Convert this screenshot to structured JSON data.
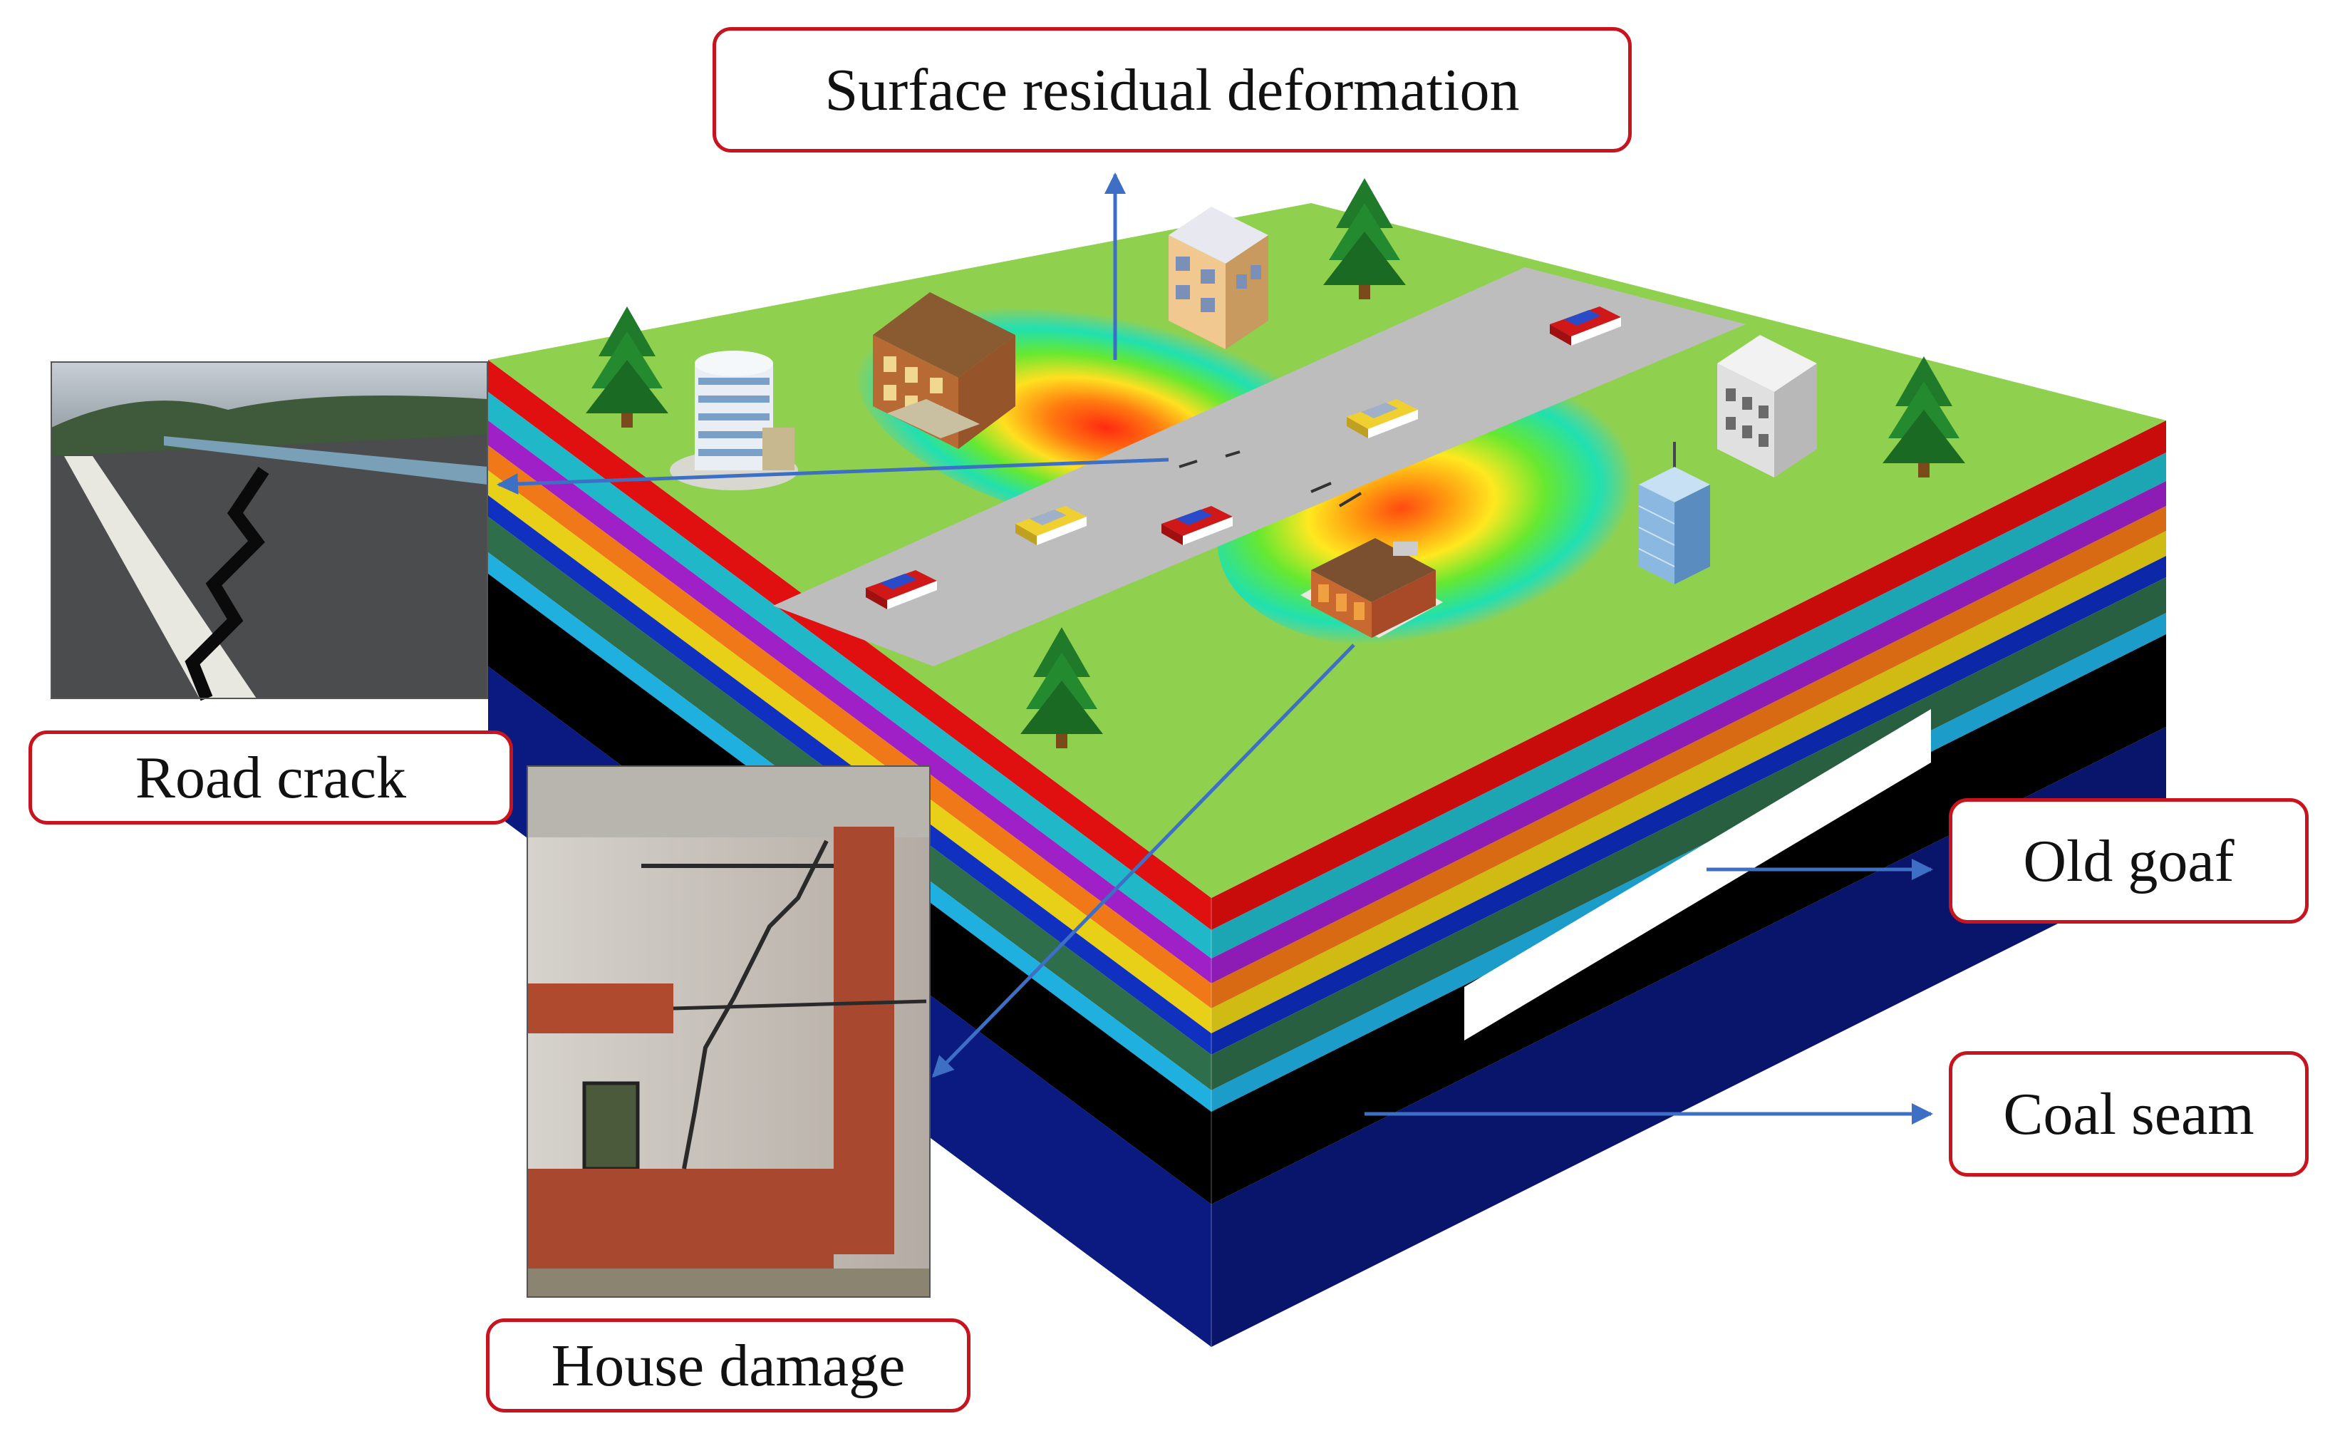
{
  "labels": {
    "surface": "Surface residual deformation",
    "road": "Road crack",
    "house": "House damage",
    "goaf": "Old goaf",
    "coal": "Coal seam"
  },
  "colors": {
    "label_border": "#c8141e",
    "arrow": "#3d6fc4",
    "ground": "#8fd14f",
    "road": "#bdbdbd",
    "coal": "#000000",
    "goaf": "#ffffff",
    "base": "#0a1a80"
  },
  "strata": [
    "#e01010",
    "#20b8c8",
    "#a020c8",
    "#f07818",
    "#e8d018",
    "#1030c0",
    "#2e6e4a",
    "#20b0e0",
    "#000000",
    "#0a1a80"
  ]
}
